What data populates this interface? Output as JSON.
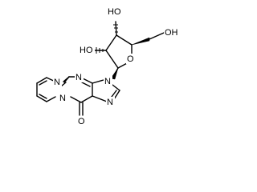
{
  "structure": {
    "atom_labels": {
      "ho_top": "HO",
      "ho_left": "HO",
      "oh_right": "OH",
      "ring_oxygen": "O",
      "n_pyrimidine": "N",
      "n_bridge": "N",
      "n_glycosidic": "N",
      "n_ring_fusion": "N",
      "n_imidazole": "N",
      "carbonyl_oxygen": "O"
    }
  }
}
